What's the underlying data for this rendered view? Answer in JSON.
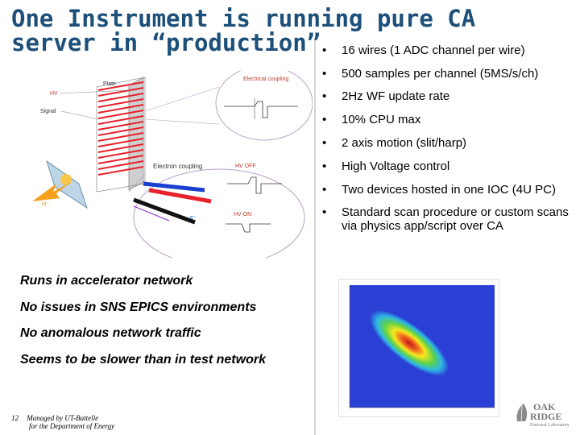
{
  "slide": {
    "title_line1": "One Instrument is running pure CA",
    "title_line2": "server in “production”",
    "bullet_glyph": "•",
    "bullets": [
      "16 wires  (1 ADC channel per wire)",
      "500 samples per channel (5MS/s/ch)",
      "2Hz WF update rate",
      "10% CPU max",
      "2 axis motion (slit/harp)",
      "High Voltage control",
      "Two devices hosted in one IOC (4U PC)",
      "Standard scan procedure or custom scans via physics app/script over CA"
    ],
    "notes": [
      "Runs in accelerator network",
      "No issues in SNS EPICS environments",
      "No anomalous network traffic",
      "Seems to be slower than in test network"
    ],
    "footer": {
      "page_number": "12",
      "line1": "Managed by UT-Battelle",
      "line2": "for the Department of Energy"
    }
  },
  "diagram": {
    "labels": {
      "plate": "Plate",
      "hv": "HV",
      "signal": "Signal",
      "electrical_coupling": "Electrical coupling",
      "electron_coupling": "Electron coupling",
      "hv_off": "HV OFF",
      "hv_on": "HV ON",
      "h_minus": "H⁻",
      "e_minus": "e⁻"
    }
  },
  "logo": {
    "line1": "OAK",
    "line2": "RIDGE",
    "line3": "National Laboratory"
  },
  "colors": {
    "title": "#1c4f7a",
    "wire_red": "#e8202a",
    "wire_black": "#111111",
    "wire_blue": "#1a3fd0",
    "beam_arrow": "#f4a11c"
  }
}
